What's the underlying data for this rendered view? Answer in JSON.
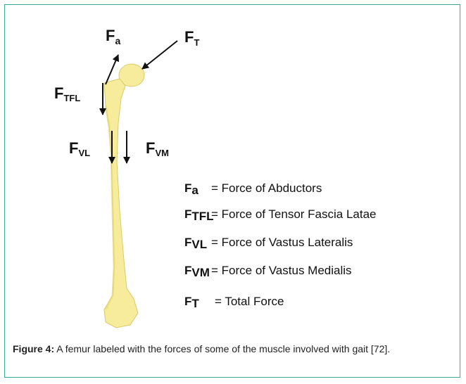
{
  "labels": {
    "fa_main": "F",
    "fa_sub": "a",
    "ft_main": "F",
    "ft_sub": "T",
    "ftfl_main": "F",
    "ftfl_sub": "TFL",
    "fvl_main": "F",
    "fvl_sub": "VL",
    "fvm_main": "F",
    "fvm_sub": "VM"
  },
  "legend": [
    {
      "main": "F",
      "sub": "a",
      "text": "= Force of Abductors"
    },
    {
      "main": "F",
      "sub": "TFL",
      "text": "= Force of Tensor Fascia Latae"
    },
    {
      "main": "F",
      "sub": "VL",
      "text": "= Force of Vastus Lateralis"
    },
    {
      "main": "F",
      "sub": "VM",
      "text": "= Force of Vastus Medialis"
    },
    {
      "main": "F",
      "sub": "T",
      "text": "= Total Force"
    }
  ],
  "caption": {
    "label": "Figure 4:",
    "text": "A femur labeled with the forces of some of the muscle involved with gait [72]."
  },
  "colors": {
    "bone_fill": "#f7ec9c",
    "bone_shade": "#e6d874",
    "border": "#3aa99a"
  }
}
